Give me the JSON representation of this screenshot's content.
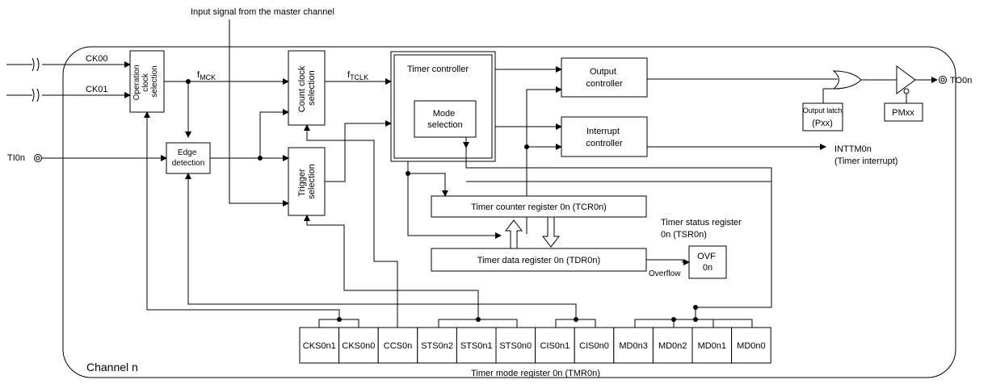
{
  "labels": {
    "top_input": "Input signal from the master channel",
    "ck00": "CK00",
    "ck01": "CK01",
    "ti0n": "TI0n",
    "op_clock": [
      "Operation",
      "clock",
      "selection"
    ],
    "fmck_main": "f",
    "fmck_sub": "MCK",
    "ftclk_main": "f",
    "ftclk_sub": "TCLK",
    "count_clock": [
      "Count clock",
      "selection"
    ],
    "trigger": [
      "Trigger",
      "selection"
    ],
    "edge": [
      "Edge",
      "detection"
    ],
    "timer_controller": "Timer controller",
    "mode_selection": [
      "Mode",
      "selection"
    ],
    "output_controller": [
      "Output",
      "controller"
    ],
    "interrupt_controller": [
      "Interrupt",
      "controller"
    ],
    "output_latch": "Output latch",
    "pxx": "(Pxx)",
    "pmxx": "PMxx",
    "to0n": "TO0n",
    "inttm0n": "INTTM0n",
    "timer_interrupt": "(Timer interrupt)",
    "tcr": "Timer counter register 0n (TCR0n)",
    "tdr": "Timer data register 0n (TDR0n)",
    "tsr": [
      "Timer status register",
      "0n (TSR0n)"
    ],
    "ovf": [
      "OVF",
      "0n"
    ],
    "overflow": "Overflow",
    "channel": "Channel n",
    "tmr": "Timer mode register 0n (TMR0n)"
  },
  "tmr_bits": [
    "CKS0n1",
    "CKS0n0",
    "CCS0n",
    "STS0n2",
    "STS0n1",
    "STS0n0",
    "CIS0n1",
    "CIS0n0",
    "MD0n3",
    "MD0n2",
    "MD0n1",
    "MD0n0"
  ]
}
